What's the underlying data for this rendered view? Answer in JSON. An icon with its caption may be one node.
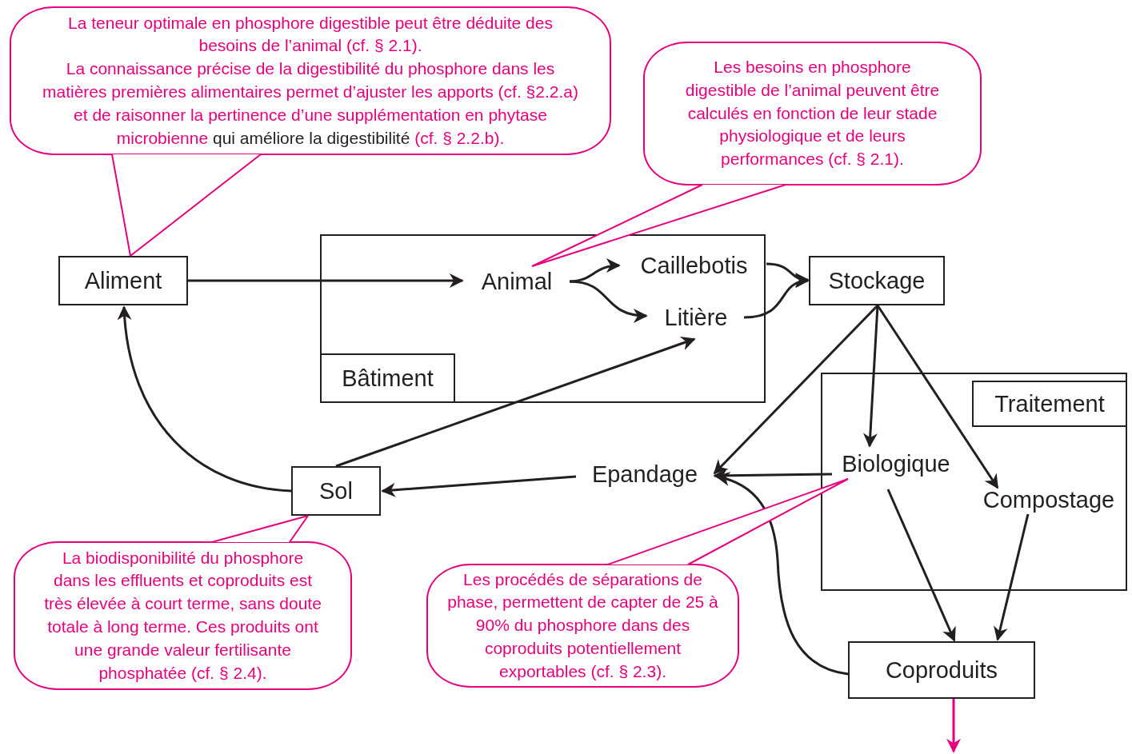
{
  "diagram": {
    "nodes": [
      {
        "text": [
          "La teneur optimale en phosphore digestible peut être déduite des besoins de l’animal (cf. § 2.1).",
          "La connaissance précise de la digestibilité du phosphore dans les matières premières alimentaires permet d’ajuster les apports (cf. §2.2.a) et de raisonner la pertinence d’une supplémentation en phytase microbienne",
          "qui améliore la digestibilité",
          "(cf. § 2.2.b)."
        ]
      },
      {
        "text": [
          "Les besoins en phosphore digestible de l’animal peuvent être calculés en fonction de leur stade physiologique et de leurs performances (cf. § 2.1)."
        ]
      },
      {
        "text": [
          "Aliment"
        ]
      },
      {
        "text": [],
        "shape": "box"
      },
      {
        "text": [
          "Bâtiment"
        ],
        "in": 3
      },
      {
        "text": [
          "Animal"
        ],
        "in": 3
      },
      {
        "text": [
          "Caillebotis"
        ],
        "in": 3
      },
      {
        "text": [
          "Litière"
        ],
        "in": 3
      },
      {
        "text": [
          "Stockage"
        ]
      },
      {
        "text": [],
        "shape": "box"
      },
      {
        "text": [
          "Traitement"
        ],
        "in": 9
      },
      {
        "text": [
          "Sol"
        ]
      },
      {
        "text": [
          "Epandage"
        ]
      },
      {
        "text": [
          "Biologique"
        ],
        "in": 9
      },
      {
        "text": [
          "Compostage"
        ],
        "in": 9
      },
      {
        "text": [
          "La biodisponibilité du phosphore dans les effluents et coproduits est très élevée à court terme, sans doute totale à long terme. Ces produits ont une grande valeur fertilisante phosphatée (cf. § 2.4)."
        ]
      },
      {
        "text": [
          "Les procédés de séparations de phase, permettent de capter de 25 à 90% du phosphore dans des coproduits potentiellement exportables (cf. § 2.3)."
        ]
      },
      {
        "text": [
          "Coproduits"
        ]
      }
    ],
    "edges": [
      {
        "from": 2,
        "to": 5,
        "arrow": "to"
      },
      {
        "from": 5,
        "to": 6,
        "arrow": "to"
      },
      {
        "from": 5,
        "to": 7,
        "arrow": "to"
      },
      {
        "from": 6,
        "to": 8,
        "arrow": "to"
      },
      {
        "from": 7,
        "to": 8,
        "arrow": "to"
      },
      {
        "from": 11,
        "to": 7,
        "arrow": "to"
      },
      {
        "from": 8,
        "to": 12,
        "arrow": "to"
      },
      {
        "from": 8,
        "to": 13,
        "arrow": "to"
      },
      {
        "from": 8,
        "to": 14,
        "arrow": "to"
      },
      {
        "from": 13,
        "to": 12,
        "arrow": "to"
      },
      {
        "from": 11,
        "to": 2,
        "arrow": "to"
      },
      {
        "from": 12,
        "to": 11,
        "arrow": "to"
      },
      {
        "from": 13,
        "to": 17,
        "arrow": "to"
      },
      {
        "from": 14,
        "to": 17,
        "arrow": "to"
      },
      {
        "from": 17,
        "to": 12,
        "arrow": "to"
      },
      {
        "from": 17,
        "to": null,
        "arrow": "to",
        "color": "#e6007e"
      },
      {
        "from": 0,
        "to": 2,
        "arrow": "none",
        "color": "#e6007e"
      },
      {
        "from": 1,
        "to": 5,
        "arrow": "none",
        "color": "#e6007e"
      },
      {
        "from": 15,
        "to": 11,
        "arrow": "none",
        "color": "#e6007e"
      },
      {
        "from": 16,
        "to": 13,
        "arrow": "none",
        "color": "#e6007e"
      }
    ]
  }
}
